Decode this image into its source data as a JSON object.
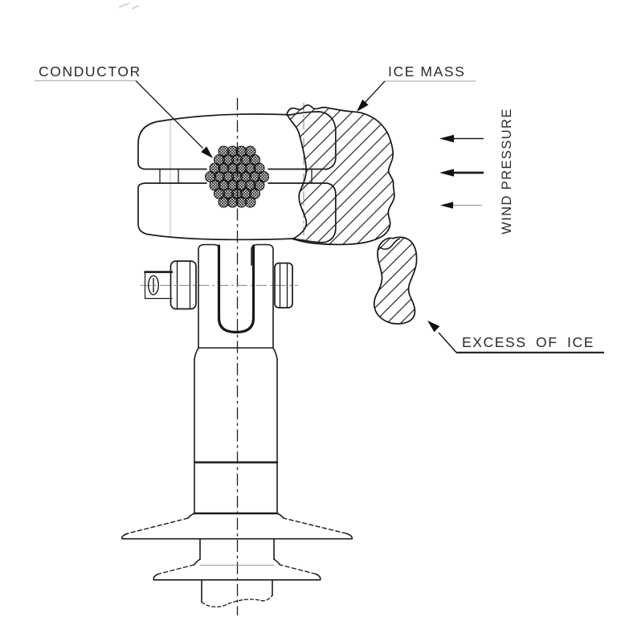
{
  "diagram": {
    "type": "technical-drawing",
    "subject": "suspension clamp with conductor, ice accretion and wind load",
    "labels": {
      "conductor": "CONDUCTOR",
      "ice_mass": "ICE MASS",
      "wind_pressure": "WIND PRESSURE",
      "excess_of_ice": "EXCESS OF ICE"
    },
    "wind_arrows": {
      "count": 3,
      "direction": "left"
    },
    "colors": {
      "background": "#ffffff",
      "ink": "#1b1b1b",
      "centerline": "#8d8d8d",
      "underline_light": "#b5b5b5"
    }
  }
}
